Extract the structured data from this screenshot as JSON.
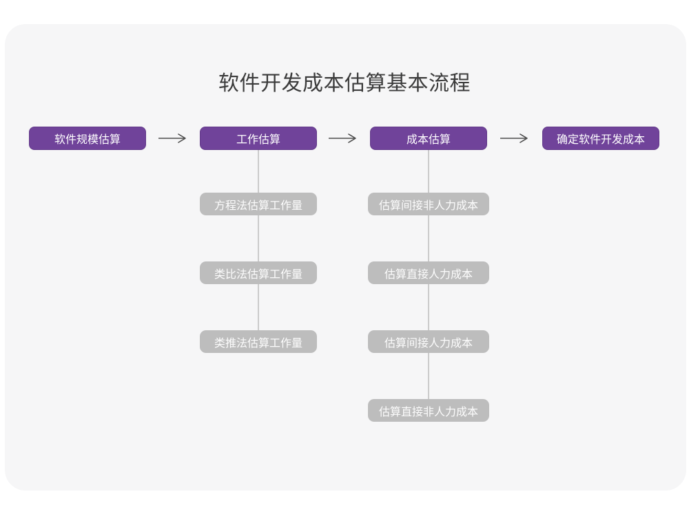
{
  "title": "软件开发成本估算基本流程",
  "colors": {
    "card_background": "#F6F6F7",
    "main_node": "#70439A",
    "sub_node": "#BDBDBD",
    "arrow": "#4A4A4A",
    "connector_line": "#CBCBCB",
    "title_text": "#3B3B3B",
    "node_text": "#FFFFFF"
  },
  "flow": {
    "main_steps": [
      {
        "label": "软件规模估算"
      },
      {
        "label": "工作估算"
      },
      {
        "label": "成本估算"
      },
      {
        "label": "确定软件开发成本"
      }
    ],
    "work_substeps": [
      "方程法估算工作量",
      "类比法估算工作量",
      "类推法估算工作量"
    ],
    "cost_substeps": [
      "估算间接非人力成本",
      "估算直接人力成本",
      "估算间接人力成本",
      "估算直接非人力成本"
    ]
  }
}
